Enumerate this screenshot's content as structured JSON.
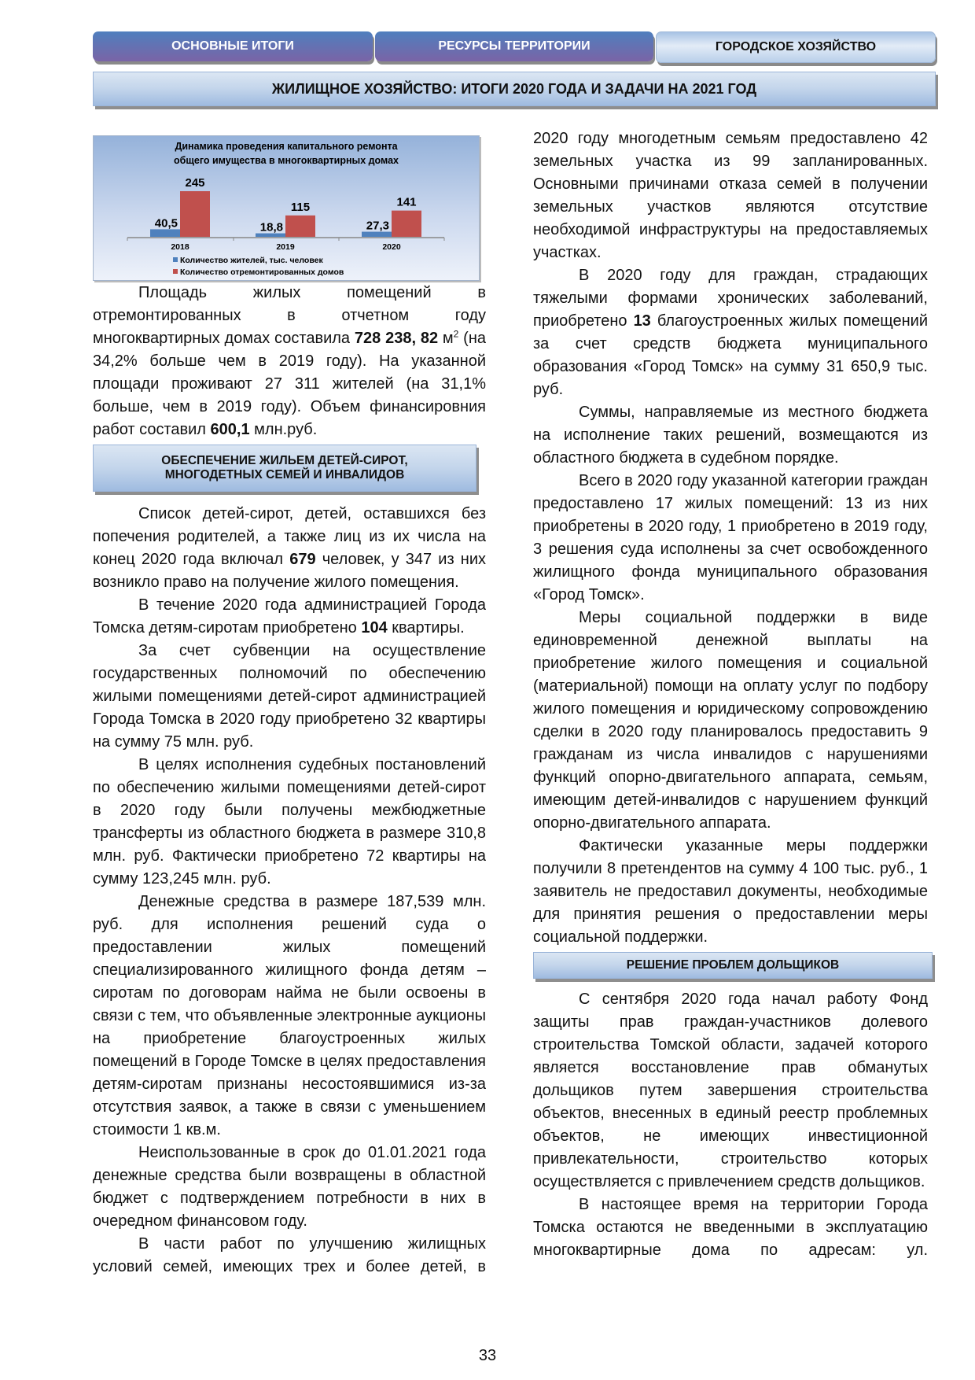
{
  "tabs": [
    "ОСНОВНЫЕ ИТОГИ",
    "РЕСУРСЫ ТЕРРИТОРИИ",
    "ГОРОДСКОЕ ХОЗЯЙСТВО"
  ],
  "page_title": "ЖИЛИЩНОЕ ХОЗЯЙСТВО: ИТОГИ 2020 ГОДА И ЗАДАЧИ НА 2021 ГОД",
  "chart_data": {
    "type": "bar",
    "title": [
      "Динамика проведения капитального ремонта",
      "общего имущества в многоквартирных домах"
    ],
    "categories": [
      "2018",
      "2019",
      "2020"
    ],
    "series": [
      {
        "name": "Количество жителей, тыс. человек",
        "values": [
          40.5,
          18.8,
          27.3
        ],
        "labels": [
          "40,5",
          "18,8",
          "27,3"
        ],
        "color": "#4f81bd"
      },
      {
        "name": "Количество отремонтированных домов",
        "values": [
          245,
          115,
          141
        ],
        "labels": [
          "245",
          "115",
          "141"
        ],
        "color": "#c0504d"
      }
    ],
    "legend": "bottom"
  },
  "sections": {
    "orphans": [
      "ОБЕСПЕЧЕНИЕ ЖИЛЬЕМ ДЕТЕЙ-СИРОТ,",
      "МНОГОДЕТНЫХ СЕМЕЙ И ИНВАЛИДОВ"
    ],
    "shareholders": "РЕШЕНИЕ ПРОБЛЕМ ДОЛЬЩИКОВ"
  },
  "left_intro": [
    {
      "s": [
        {
          "t": "Площадь жилых помещений в отремонтированных в отчетном году многоквартирных домах составила "
        },
        {
          "t": "728 238, 82",
          "b": true
        },
        {
          "t": " м"
        },
        {
          "t": "2",
          "sup": true
        },
        {
          "t": " (на 34,2% больше чем в 2019 году). На указанной площади проживают 27 311 жителей (на 31,1% больше, чем в 2019 году). Объем финансировния работ составил "
        },
        {
          "t": "600,1",
          "b": true
        },
        {
          "t": " млн.руб."
        }
      ]
    }
  ],
  "left_main": [
    {
      "s": [
        {
          "t": "Список детей-сирот, детей, оставшихся без попечения родителей, а также лиц из их числа на конец 2020 года включал "
        },
        {
          "t": "679",
          "b": true
        },
        {
          "t": " человек, у 347 из них возникло право на получение жилого помещения."
        }
      ]
    },
    {
      "s": [
        {
          "t": "В течение 2020 года администрацией Города Томска детям-сиротам приобретено "
        },
        {
          "t": "104",
          "b": true
        },
        {
          "t": " квартиры."
        }
      ]
    },
    {
      "s": [
        {
          "t": "За счет субвенции на осуществление государственных полномочий по обеспечению жилыми помещениями детей-сирот администрацией Города Томска в 2020 году приобретено 32 квартиры на сумму 75 млн. руб."
        }
      ]
    },
    {
      "s": [
        {
          "t": "В целях исполнения судебных постановлений по обеспечению жилыми помещениями детей-сирот в 2020 году были получены межбюджетные трансферты из областного бюджета в размере 310,8 млн. руб. Фактически приобретено 72 квартиры на сумму 123,245 млн. руб."
        }
      ]
    },
    {
      "s": [
        {
          "t": "Денежные средства в размере 187,539 млн. руб. для исполнения решений суда о предоставлении жилых помещений специализированного жилищного фонда детям – сиротам по договорам найма не были освоены в связи с тем, что объявленные электронные аукционы на приобретение благоустроенных жилых помещений в Городе Томске в целях предоставления детям-сиротам признаны несостоявшимися из-за отсутствия заявок, а также в связи с уменьшением стоимости 1 кв.м."
        }
      ]
    },
    {
      "s": [
        {
          "t": "Неиспользованные в срок до 01.01.2021 года денежные средства были возвращены в областной бюджет с подтверждением потребности в них в очередном финансовом году."
        }
      ]
    },
    {
      "s": [
        {
          "t": "В части работ по улучшению жилищных условий семей, имеющих трех и более детей, в"
        }
      ],
      "last": true
    }
  ],
  "right_top": [
    {
      "s": [
        {
          "t": "2020 году многодетным семьям предоставлено 42 земельных участка из 99 запланированных. Основными причинами отказа семей в получении земельных участков являются отсутствие необходимой инфраструктуры на предоставляемых участках."
        }
      ],
      "noind": true
    },
    {
      "s": [
        {
          "t": "В 2020 году для граждан, страдающих тяжелыми формами хронических заболеваний, приобретено "
        },
        {
          "t": "13",
          "b": true
        },
        {
          "t": " благоустроенных жилых помещений за счет средств бюджета муниципального образования «Город Томск» на сумму 31 650,9 тыс. руб."
        }
      ]
    },
    {
      "s": [
        {
          "t": "Суммы, направляемые из местного бюджета на исполнение таких решений, возмещаются из областного бюджета в судебном порядке."
        }
      ]
    },
    {
      "s": [
        {
          "t": "Всего в 2020 году указанной категории граждан предоставлено 17 жилых помещений: 13 из них приобретены в 2020 году, 1 приобретено в 2019 году, 3 решения суда исполнены за счет освобожденного жилищного фонда муниципального образования «Город Томск»."
        }
      ]
    },
    {
      "s": [
        {
          "t": "Меры социальной поддержки в виде единовременной денежной выплаты на приобретение жилого помещения и социальной (материальной) помощи на оплату услуг по подбору жилого помещения и юридическому сопровождению сделки в 2020 году планировалось предоставить 9 гражданам из числа инвалидов с нарушениями функций опорно-двигательного аппарата, семьям, имеющим детей-инвалидов с нарушением функций опорно-двигательного аппарата."
        }
      ]
    },
    {
      "s": [
        {
          "t": "Фактически указанные меры поддержки получили 8 претендентов на сумму 4 100 тыс. руб., 1 заявитель не предоставил документы, необходимые для принятия решения о предоставлении меры социальной поддержки."
        }
      ]
    }
  ],
  "right_bottom": [
    {
      "s": [
        {
          "t": "С сентября 2020 года начал работу Фонд защиты прав граждан-участников долевого строительства Томской области, задачей которого является восстановление прав обманутых дольщиков путем завершения строительства объектов, внесенных в единый реестр проблемных объектов, не имеющих инвестиционной привлекательности, строительство которых осуществляется с привлечением средств дольщиков."
        }
      ]
    },
    {
      "s": [
        {
          "t": "В настоящее время на территории Города Томска остаются не введенными в эксплуатацию многоквартирные дома по адресам: ул."
        }
      ],
      "last": true
    }
  ],
  "page_number": "33"
}
